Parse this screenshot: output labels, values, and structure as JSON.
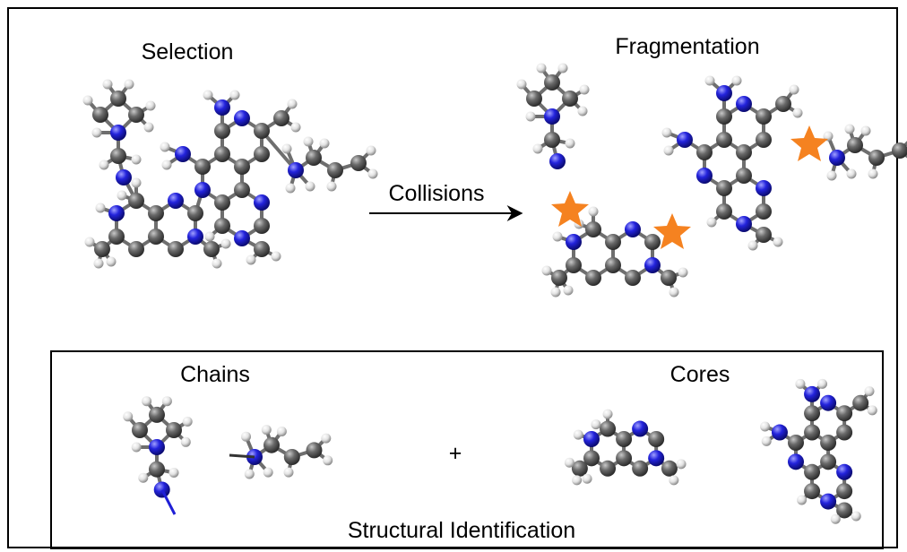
{
  "top": {
    "selection_label": "Selection",
    "fragmentation_label": "Fragmentation",
    "arrow_label": "Collisions"
  },
  "bottom": {
    "chains_label": "Chains",
    "cores_label": "Cores",
    "plus_sign": "+",
    "footer_label": "Structural Identification"
  },
  "colors": {
    "carbon": "#5a5a5a",
    "nitrogen": "#1f1fd6",
    "hydrogen": "#e6e6e6",
    "bond": "#6e6e6e",
    "star": "#f58220",
    "border": "#000000"
  },
  "icons": [
    "molecule-model",
    "cleavage-star-icon",
    "arrow-right-icon"
  ]
}
